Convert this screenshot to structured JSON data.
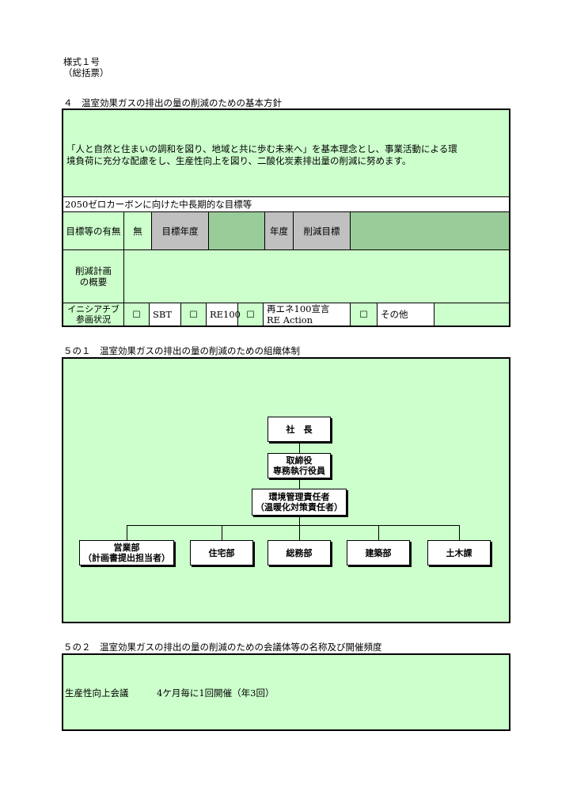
{
  "header": {
    "form_number": "様式１号",
    "form_subtitle": "（総括票）"
  },
  "section4": {
    "heading": "４　温室効果ガスの排出の量の削減のための基本方針",
    "policy_text_line1": "「人と自然と住まいの調和を図り、地域と共に歩む未来へ」を基本理念とし、事業活動による環",
    "policy_text_line2": "境負荷に充分な配慮をし、生産性向上を図り、二酸化炭素排出量の削減に努めます。",
    "goals_title": "2050ゼロカーボンに向けた中長期的な目標等",
    "row_goal_presence_label": "目標等の有無",
    "row_goal_presence_value": "無",
    "target_year_label": "目標年度",
    "target_year_value": "",
    "year_unit": "年度",
    "reduction_target_label": "削減目標",
    "reduction_target_value": "",
    "plan_summary_label_line1": "削減計画",
    "plan_summary_label_line2": "の概要",
    "plan_summary_value": "",
    "initiative_label_line1": "イニシアチブ",
    "initiative_label_line2": "参画状況",
    "initiatives": [
      {
        "checkbox": "☐",
        "label": "SBT"
      },
      {
        "checkbox": "☐",
        "label": "RE100"
      },
      {
        "checkbox": "☐",
        "label_line1": "再エネ100宣言",
        "label_line2": "RE Action"
      },
      {
        "checkbox": "☐",
        "label": "その他"
      }
    ]
  },
  "section5_1": {
    "heading": "５の１　温室効果ガスの排出の量の削減のための組織体制",
    "org": {
      "president": "社　長",
      "director_line1": "取締役",
      "director_line2": "専務執行役員",
      "env_manager_line1": "環境管理責任者",
      "env_manager_line2": "（温暖化対策責任者）",
      "departments": [
        {
          "line1": "営業部",
          "line2": "（計画書提出担当者）"
        },
        {
          "line1": "住宅部"
        },
        {
          "line1": "総務部"
        },
        {
          "line1": "建築部"
        },
        {
          "line1": "土木課"
        }
      ]
    }
  },
  "section5_2": {
    "heading": "５の２　温室効果ガスの排出の量の削減のための会議体等の名称及び開催頻度",
    "meeting_name": "生産性向上会議",
    "meeting_frequency": "4ケ月毎に1回開催（年3回）"
  }
}
